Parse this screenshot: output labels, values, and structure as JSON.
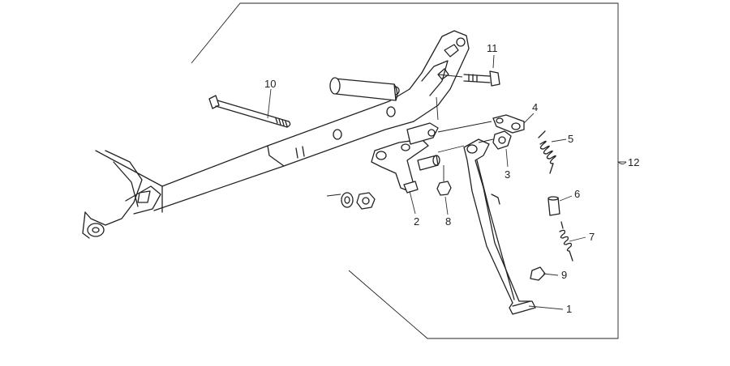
{
  "diagram": {
    "kind": "exploded parts diagram",
    "callouts": [
      {
        "id": "1",
        "label": "1"
      },
      {
        "id": "2",
        "label": "2"
      },
      {
        "id": "3",
        "label": "3"
      },
      {
        "id": "4",
        "label": "4"
      },
      {
        "id": "5",
        "label": "5"
      },
      {
        "id": "6",
        "label": "6"
      },
      {
        "id": "7",
        "label": "7"
      },
      {
        "id": "8",
        "label": "8"
      },
      {
        "id": "9",
        "label": "9"
      },
      {
        "id": "10",
        "label": "10"
      },
      {
        "id": "11",
        "label": "11"
      },
      {
        "id": "12",
        "label": "12"
      }
    ]
  },
  "colors": {
    "ink": "#222222",
    "background": "#ffffff",
    "shade": "#cfcfcf"
  }
}
